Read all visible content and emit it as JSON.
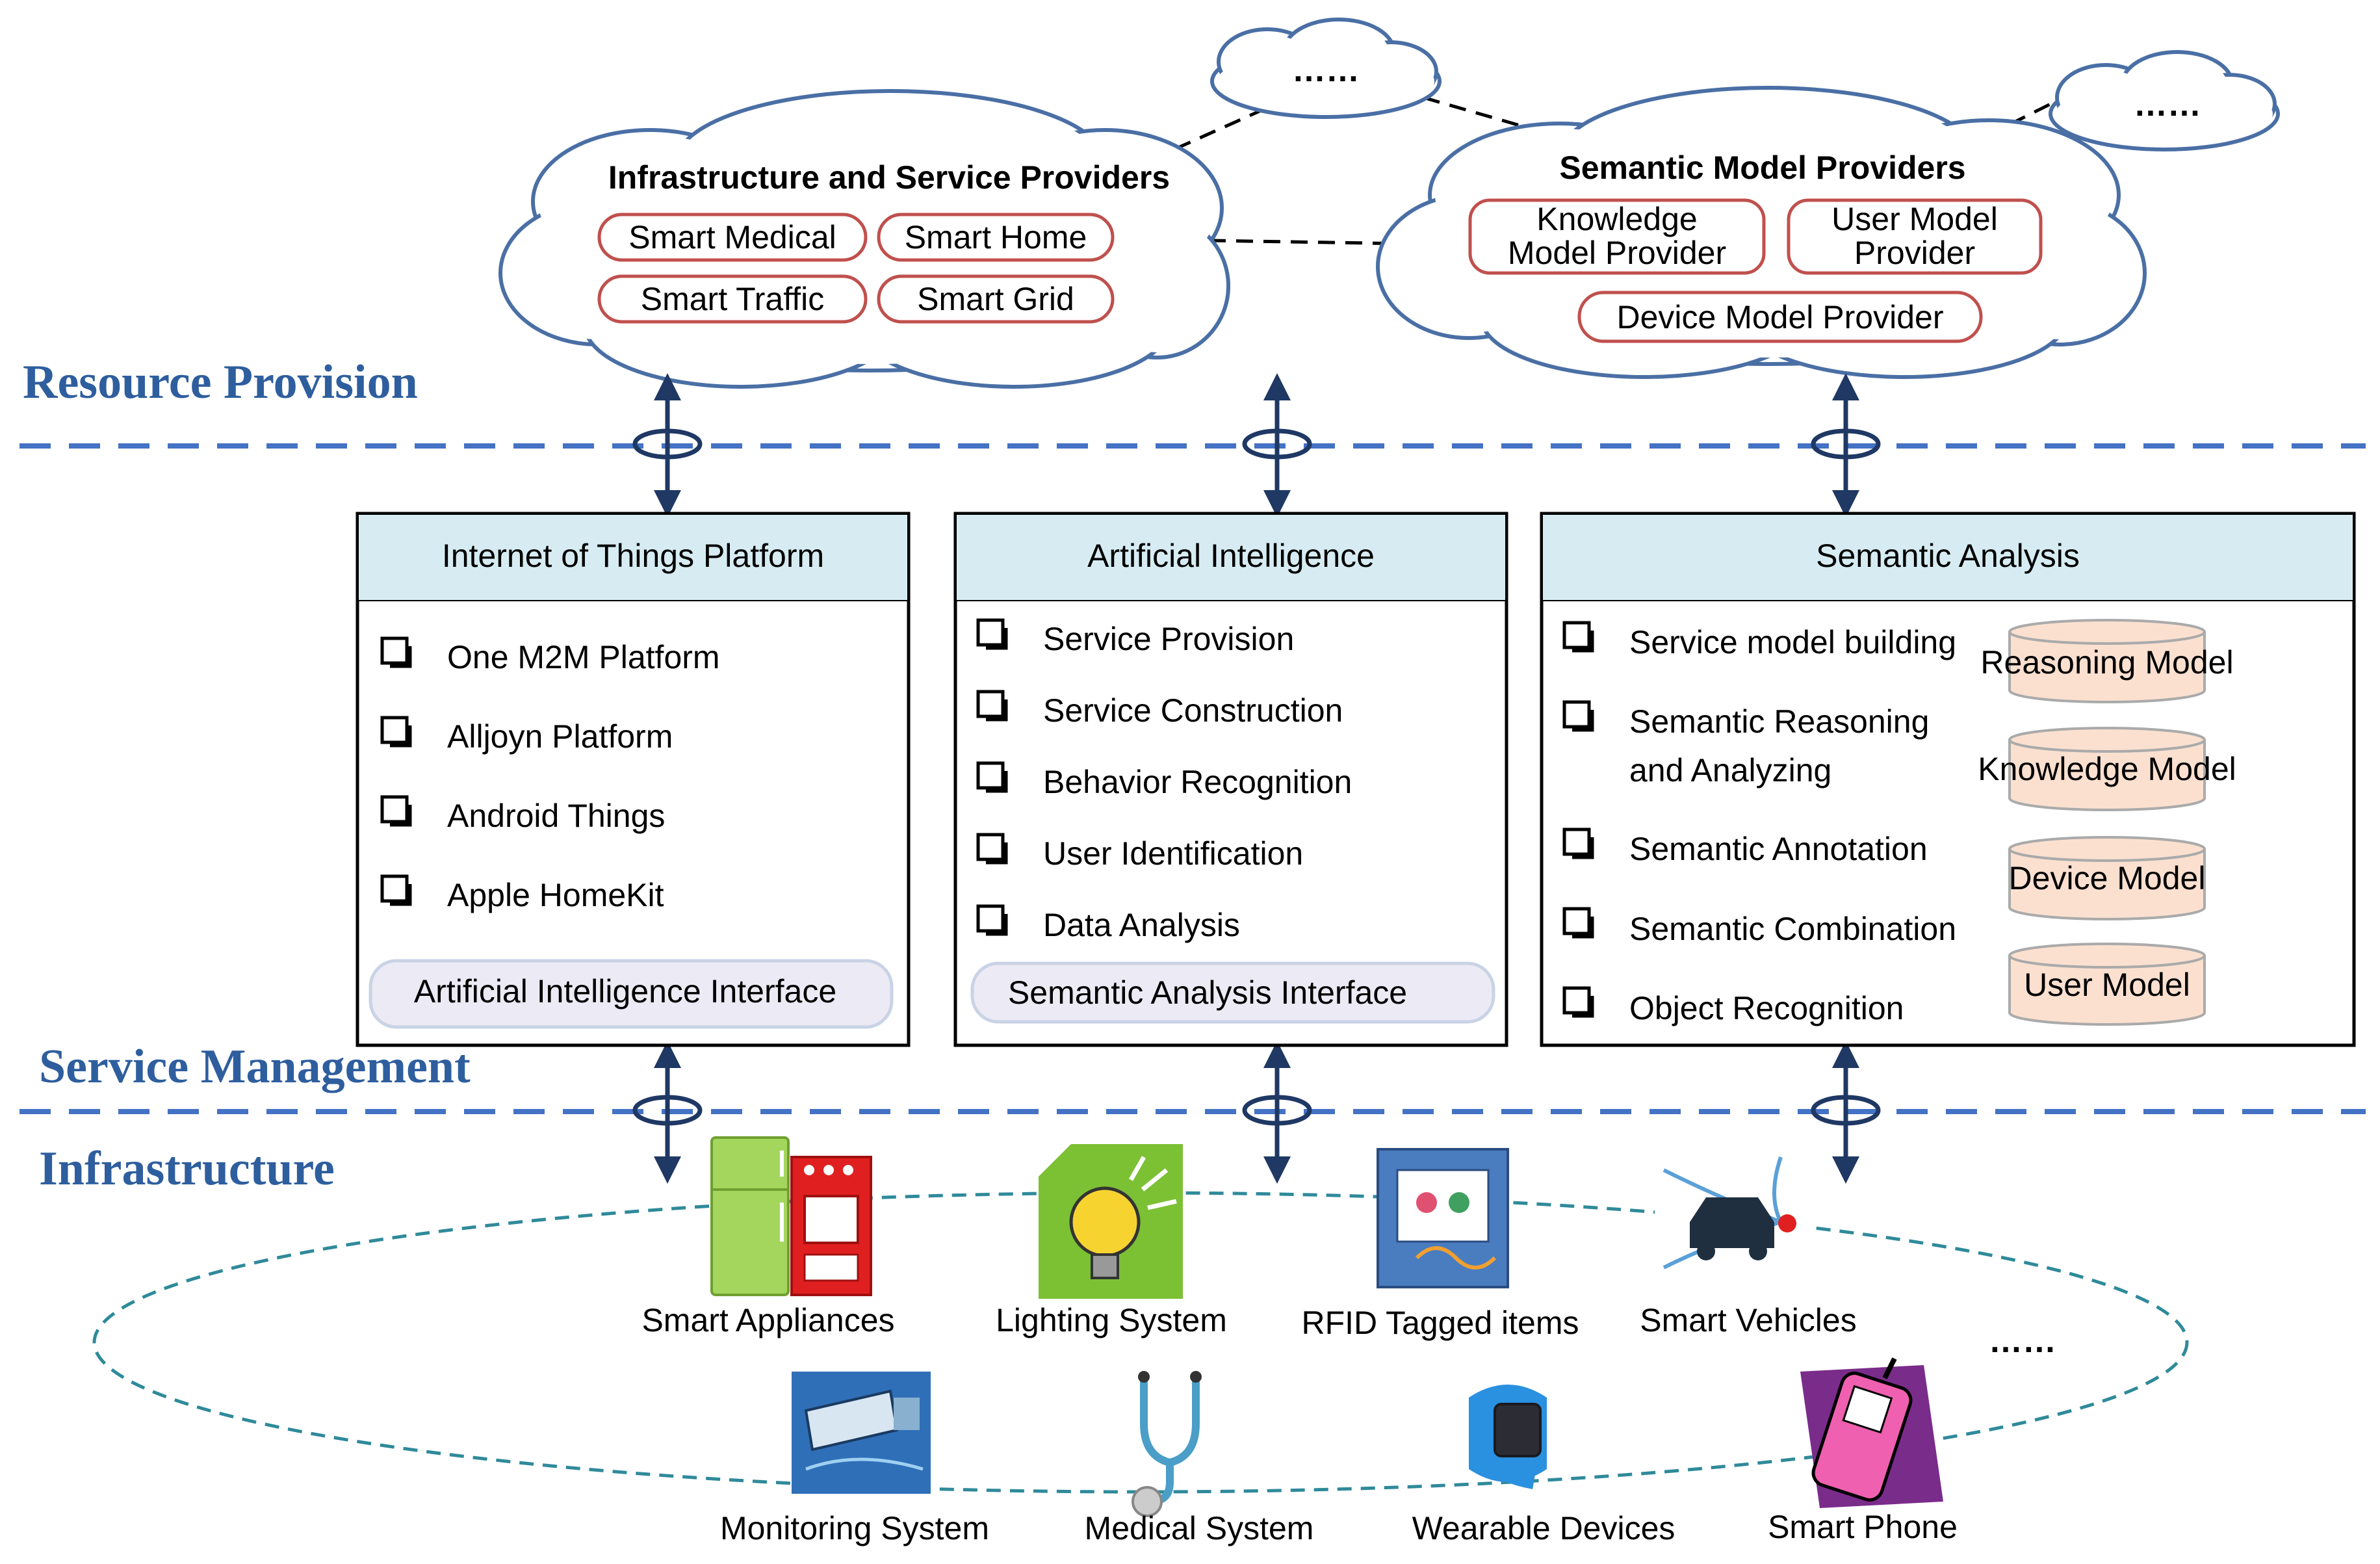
{
  "layers": {
    "resource_provision": "Resource Provision",
    "service_management": "Service Management",
    "infrastructure": "Infrastructure"
  },
  "clouds": {
    "infrastructure_providers": {
      "title": "Infrastructure and Service Providers",
      "items": [
        "Smart Medical",
        "Smart Home",
        "Smart Traffic",
        "Smart Grid"
      ]
    },
    "semantic_model_providers": {
      "title": "Semantic Model Providers",
      "knowledge_line1": "Knowledge",
      "knowledge_line2": "Model Provider",
      "user_line1": "User Model",
      "user_line2": "Provider",
      "device": "Device Model Provider"
    },
    "ellipsis_top": "……",
    "ellipsis_right": "……"
  },
  "boxes": {
    "iot": {
      "title": "Internet of Things Platform",
      "items": [
        "One M2M Platform",
        "Alljoyn Platform",
        "Android Things",
        "Apple HomeKit"
      ],
      "interface": "Artificial Intelligence Interface"
    },
    "ai": {
      "title": "Artificial Intelligence",
      "items": [
        "Service Provision",
        "Service Construction",
        "Behavior Recognition",
        "User Identification",
        "Data Analysis"
      ],
      "interface": "Semantic Analysis Interface"
    },
    "semantic": {
      "title": "Semantic Analysis",
      "items": [
        "Service model building",
        "Semantic Reasoning",
        "and Analyzing",
        "Semantic Annotation",
        "Semantic Combination",
        "Object Recognition"
      ],
      "models": [
        "Reasoning Model",
        "Knowledge Model",
        "Device Model",
        "User Model"
      ]
    }
  },
  "devices": {
    "row1": [
      "Smart Appliances",
      "Lighting System",
      "RFID Tagged items",
      "Smart Vehicles"
    ],
    "row2": [
      "Monitoring System",
      "Medical System",
      "Wearable Devices",
      "Smart Phone"
    ],
    "ellipsis": "……"
  },
  "colors": {
    "layer_label": "#2e5e9e",
    "dashed_line": "#4472c4",
    "cloud_stroke": "#4a6fa5",
    "pill_stroke": "#c0504d",
    "box_header": "#d6ecf2",
    "model_fill": "#fbe0d0",
    "interface_fill": "#eceaf4",
    "arrow": "#1f3864"
  }
}
